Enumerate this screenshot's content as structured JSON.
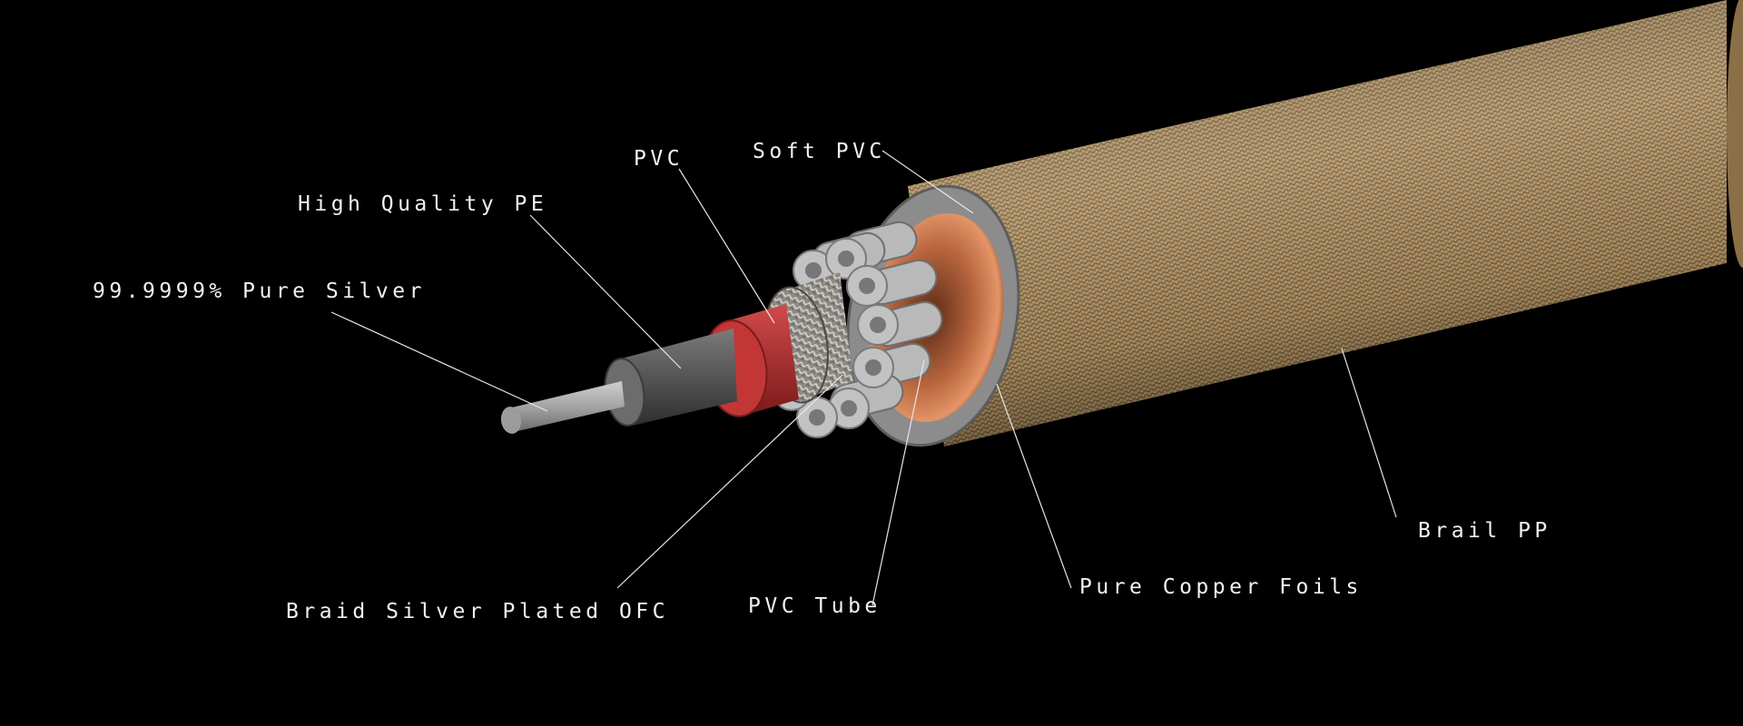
{
  "colors": {
    "background": "#000000",
    "jacket": "#a88a5c",
    "red_insulation": "#b83232",
    "copper_foil": "#b8653e",
    "soft_pvc": "#8c8c8c",
    "pvc_tube": "#b9b9b9",
    "pe": "#5b5b5b",
    "silver": "#a9a9a9",
    "leader_line": "#e6e6e6",
    "label_text": "#f2f2f2"
  },
  "labels": {
    "pure_silver": "99.9999% Pure Silver",
    "high_quality_pe": "High Quality PE",
    "pvc": "PVC",
    "soft_pvc": "Soft PVC",
    "braid_silver_plated_ofc": "Braid Silver Plated OFC",
    "pvc_tube": "PVC Tube",
    "pure_copper_foils": "Pure Copper Foils",
    "brail_pp": "Brail PP"
  }
}
